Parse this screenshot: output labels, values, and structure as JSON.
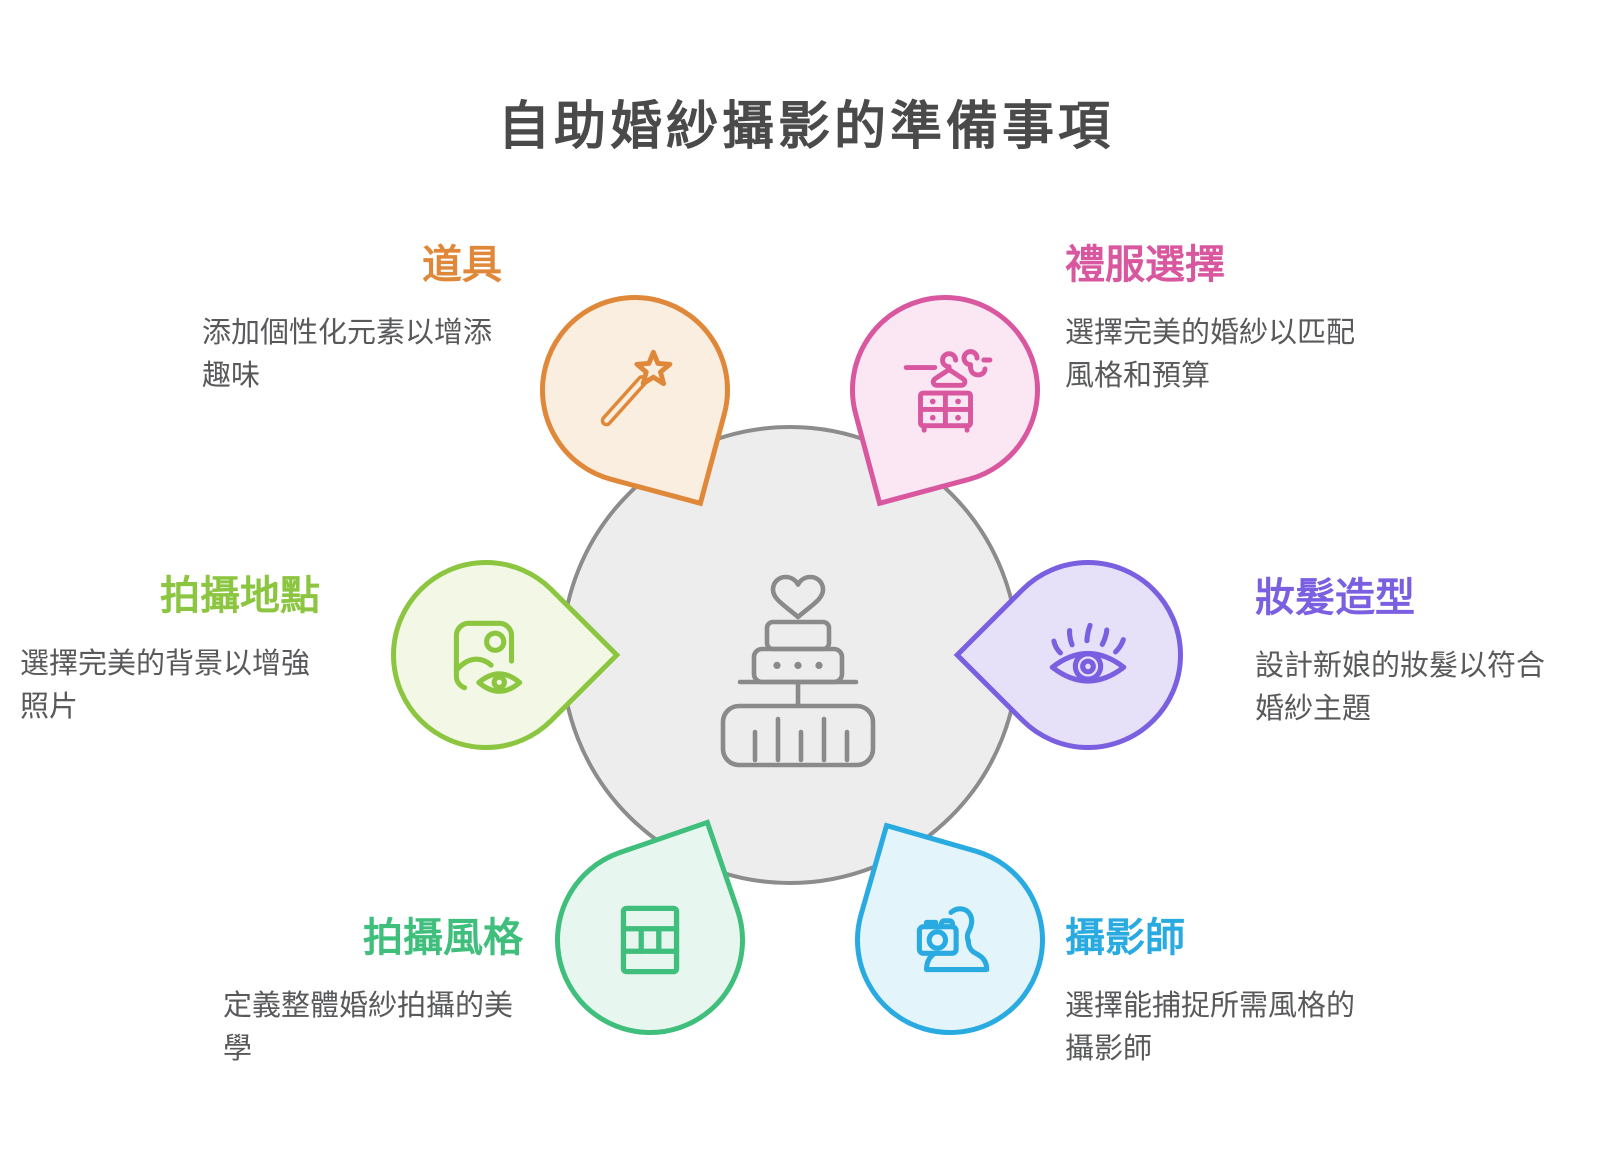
{
  "title": "自助婚紗攝影的準備事項",
  "center": {
    "icon": "wedding-cake-heart-icon",
    "circle_fill": "#ededed",
    "circle_stroke": "#8c8c8c"
  },
  "nodes": [
    {
      "id": "props",
      "label": "道具",
      "description": "添加個性化元素以增添趣味",
      "icon": "magic-wand-icon",
      "color": "#e0883a",
      "fill": "#faeee1",
      "position": "top-left"
    },
    {
      "id": "dress",
      "label": "禮服選擇",
      "description": "選擇完美的婚紗以匹配風格和預算",
      "icon": "wardrobe-hanger-icon",
      "color": "#d8579f",
      "fill": "#fae7f3",
      "position": "top-right"
    },
    {
      "id": "makeup-hair",
      "label": "妝髮造型",
      "description": "設計新娘的妝髮以符合婚紗主題",
      "icon": "eye-lashes-icon",
      "color": "#7a5fe0",
      "fill": "#e6e1f9",
      "position": "right"
    },
    {
      "id": "photographer",
      "label": "攝影師",
      "description": "選擇能捕捉所需風格的攝影師",
      "icon": "camera-person-icon",
      "color": "#29abe2",
      "fill": "#e3f4fb",
      "position": "bottom-right"
    },
    {
      "id": "style",
      "label": "拍攝風格",
      "description": "定義整體婚紗拍攝的美學",
      "icon": "layout-grid-icon",
      "color": "#3fbe7c",
      "fill": "#e7f7ef",
      "position": "bottom-left"
    },
    {
      "id": "location",
      "label": "拍攝地點",
      "description": "選擇完美的背景以增強照片",
      "icon": "photo-eye-icon",
      "color": "#8cc640",
      "fill": "#f2f8e5",
      "position": "left"
    }
  ],
  "text_color": "#58595b",
  "title_color": "#4a4a4a"
}
